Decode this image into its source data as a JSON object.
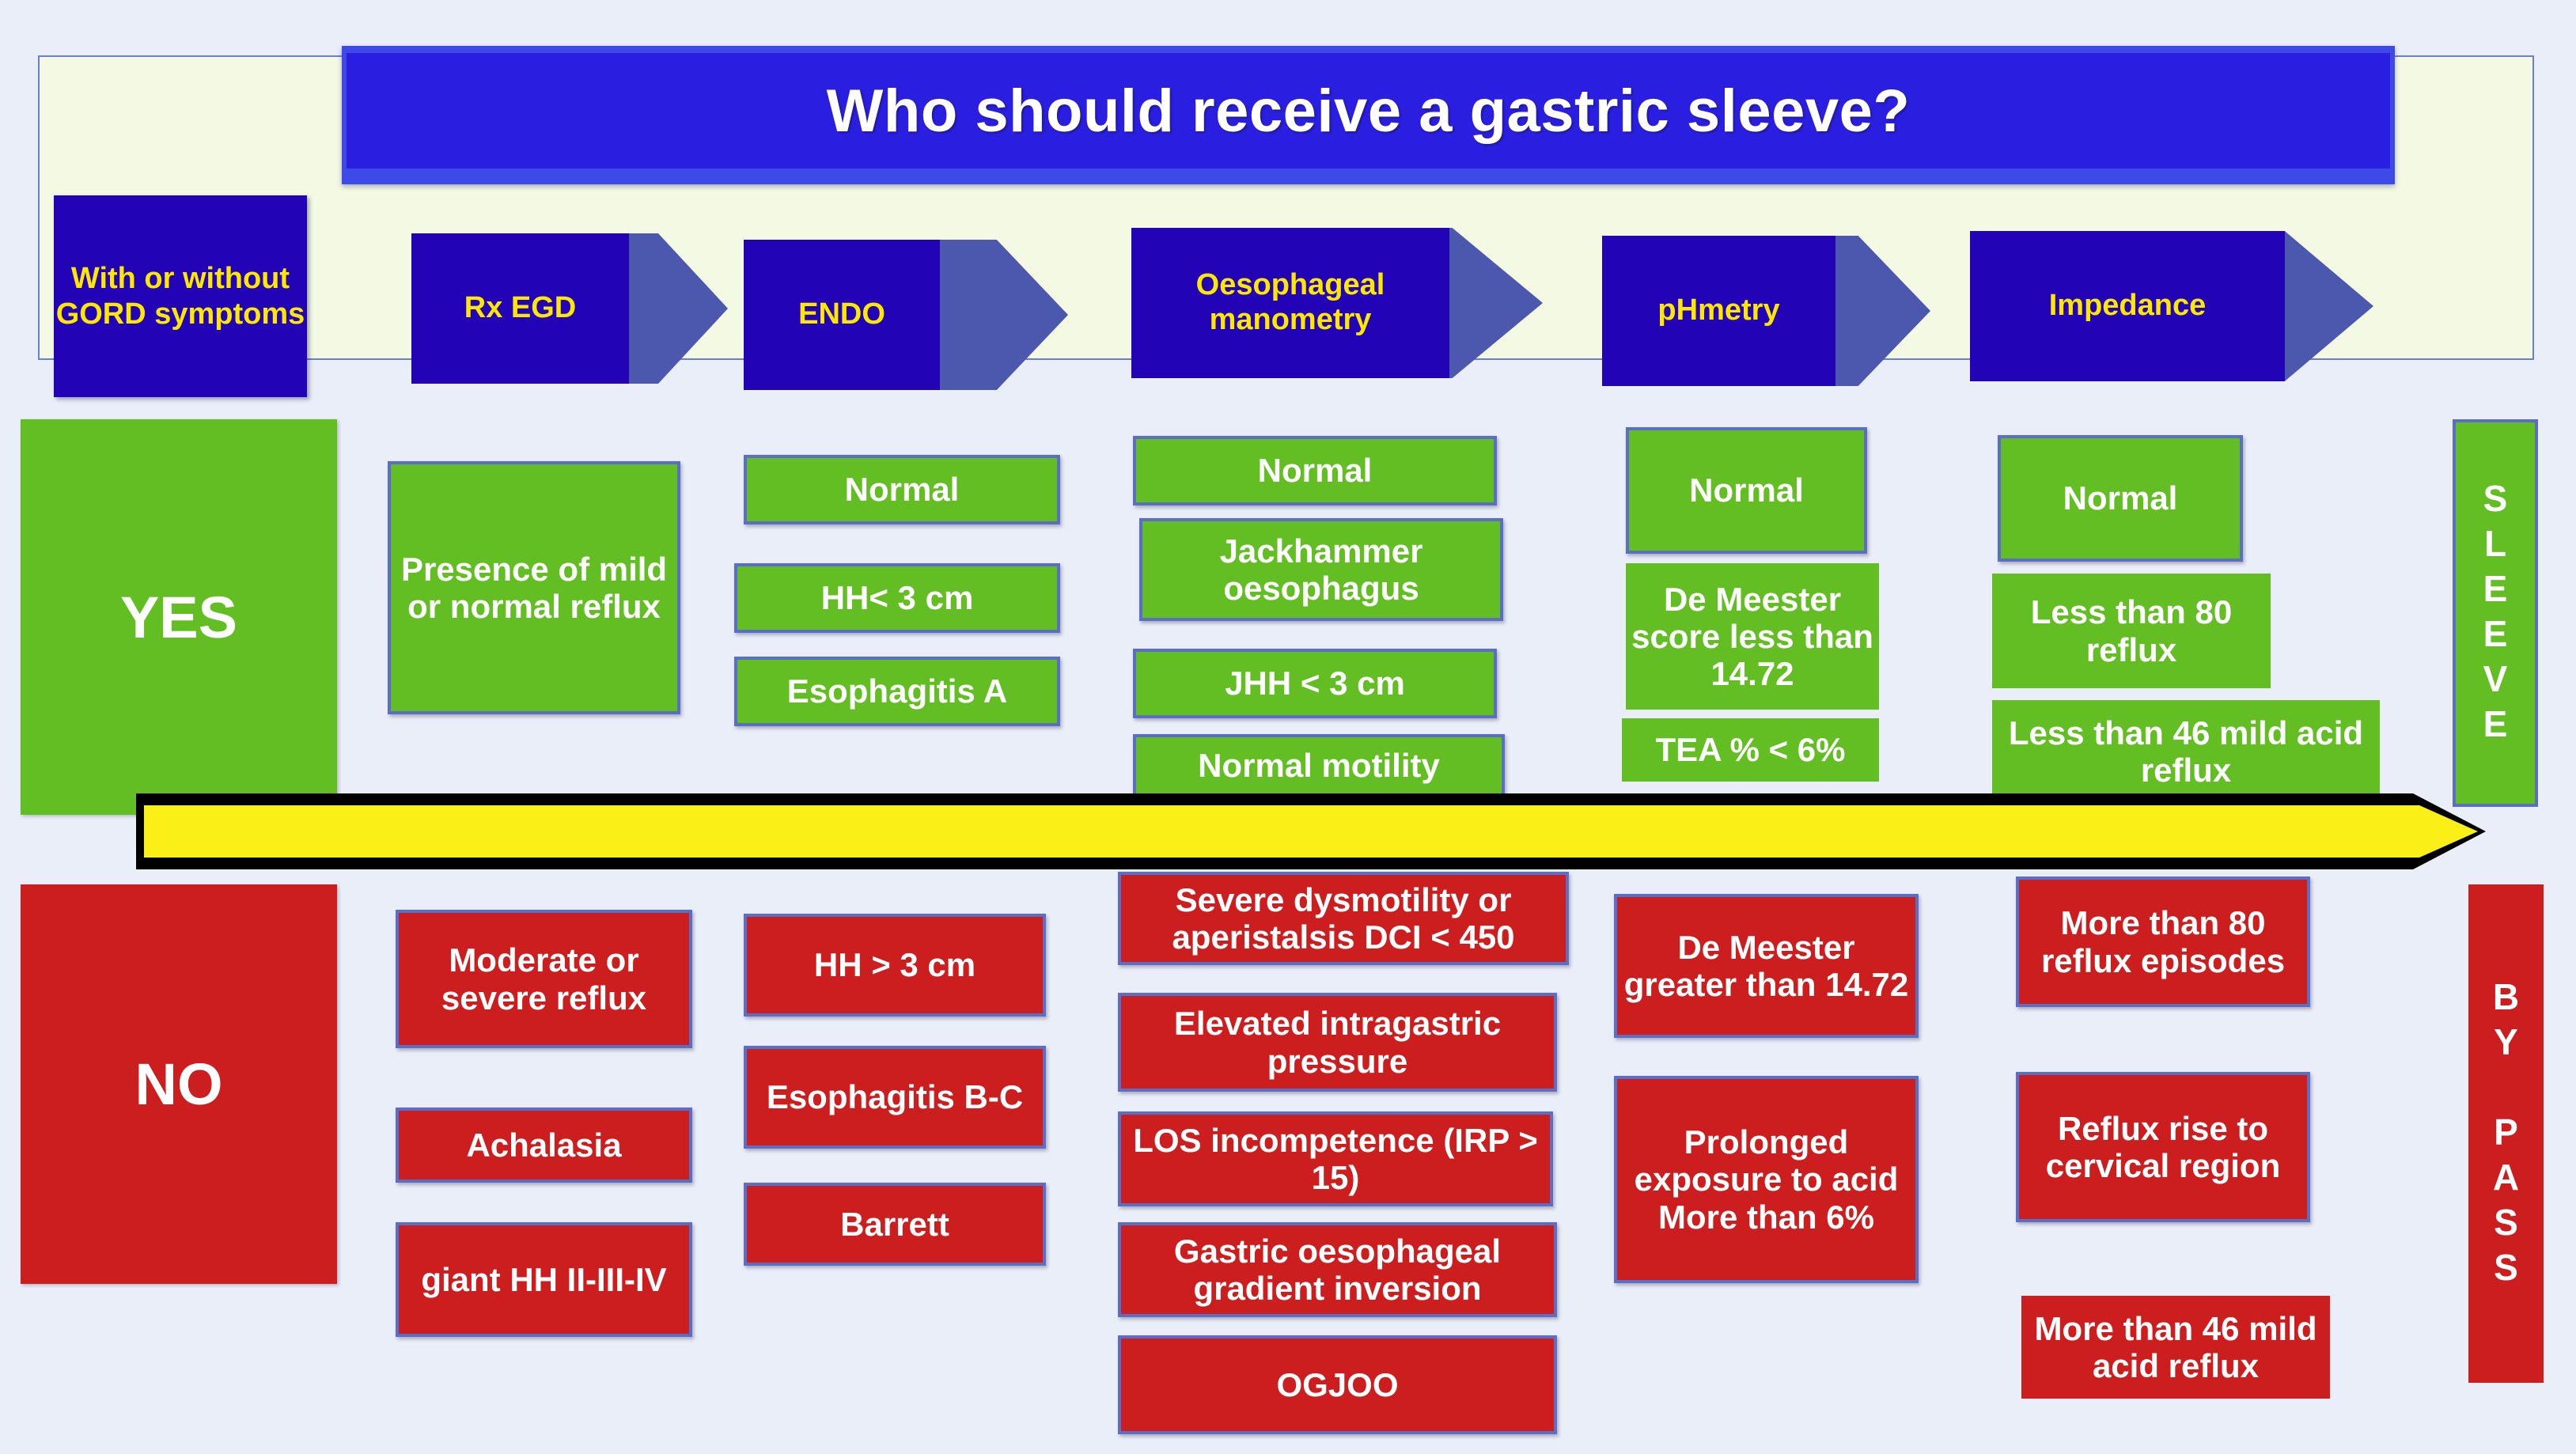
{
  "colors": {
    "background": "#eaeef8",
    "cream_panel": "#f4f9e3",
    "navy": "#2203b5",
    "title_blue": "#2a1fe0",
    "chevron_light": "#4c58ad",
    "green": "#62be22",
    "red": "#cc1e1e",
    "yellow_text": "#ffe800",
    "arrow_yellow": "#faf018",
    "border_blue": "#5a6fc4"
  },
  "header": {
    "title": "Who should receive a gastric sleeve?",
    "start_box": "With or without GORD symptoms",
    "steps": [
      {
        "label": "Rx EGD"
      },
      {
        "label": "ENDO"
      },
      {
        "label": "Oesophageal manometry"
      },
      {
        "label": "pHmetry"
      },
      {
        "label": "Impedance"
      }
    ]
  },
  "yes_row": {
    "verdict": "YES",
    "outcome": "SLEEVE",
    "columns": [
      {
        "step": "Rx EGD",
        "items": [
          "Presence of mild or normal reflux"
        ]
      },
      {
        "step": "ENDO",
        "items": [
          "Normal",
          "HH< 3 cm",
          "Esophagitis A"
        ]
      },
      {
        "step": "Oesophageal manometry",
        "items": [
          "Normal",
          "Jackhammer oesophagus",
          "JHH < 3 cm",
          "Normal motility"
        ]
      },
      {
        "step": "pHmetry",
        "items": [
          "Normal",
          "De Meester score less than 14.72",
          "TEA % < 6%"
        ]
      },
      {
        "step": "Impedance",
        "items": [
          "Normal",
          "Less than 80 reflux",
          "Less than 46 mild acid reflux"
        ]
      }
    ]
  },
  "no_row": {
    "verdict": "NO",
    "outcome": "BY PASS",
    "columns": [
      {
        "step": "Rx EGD",
        "items": [
          "Moderate or severe reflux",
          "Achalasia",
          "giant HH II-III-IV"
        ]
      },
      {
        "step": "ENDO",
        "items": [
          "HH > 3 cm",
          "Esophagitis B-C",
          "Barrett"
        ]
      },
      {
        "step": "Oesophageal manometry",
        "items": [
          "Severe dysmotility or aperistalsis DCI < 450",
          "Elevated intragastric pressure",
          "LOS incompetence (IRP > 15)",
          "Gastric oesophageal gradient inversion",
          "OGJOO"
        ]
      },
      {
        "step": "pHmetry",
        "items": [
          "De Meester greater than 14.72",
          "Prolonged exposure to acid More than 6%"
        ]
      },
      {
        "step": "Impedance",
        "items": [
          "More than 80 reflux episodes",
          "Reflux rise to cervical region",
          "More than 46 mild acid reflux"
        ]
      }
    ]
  },
  "flow_arrow": {
    "name": "progression-arrow"
  }
}
